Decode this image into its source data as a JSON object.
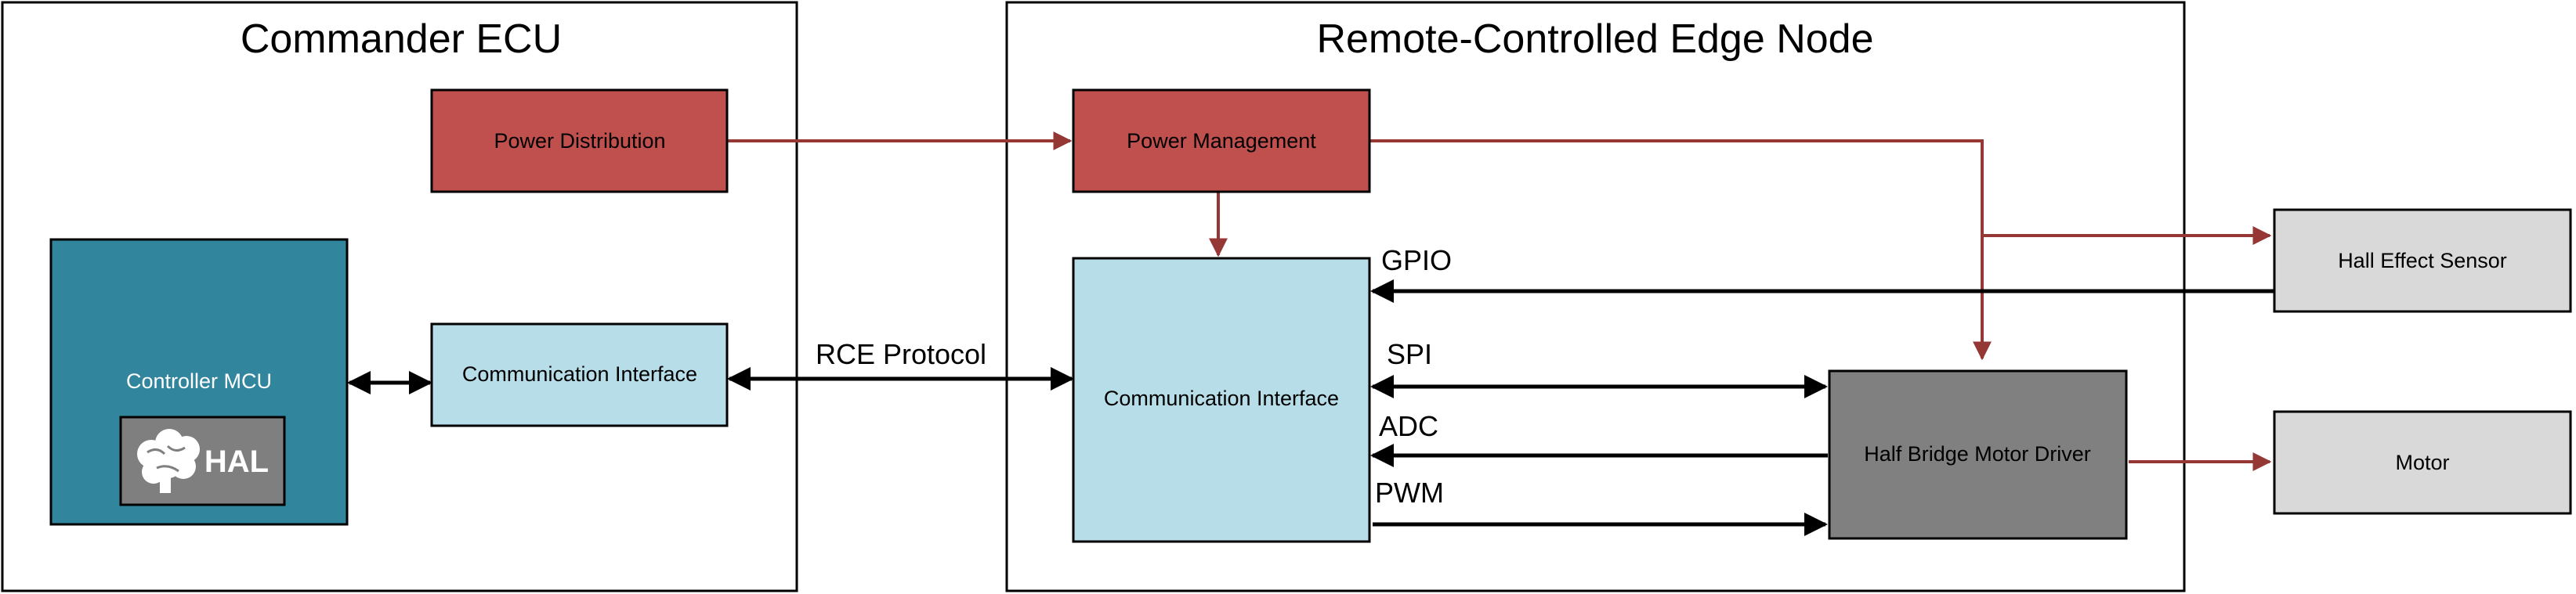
{
  "commander": {
    "title": "Commander ECU",
    "power_distribution": "Power Distribution",
    "controller_mcu": "Controller MCU",
    "hal_badge": "HAL",
    "comm_interface": "Communication Interface"
  },
  "edge_node": {
    "title": "Remote-Controlled Edge Node",
    "power_management": "Power Management",
    "comm_interface": "Communication Interface",
    "motor_driver": "Half Bridge  Motor Driver"
  },
  "external": {
    "hall_sensor": "Hall Effect Sensor",
    "motor": "Motor"
  },
  "signals": {
    "protocol": "RCE Protocol",
    "gpio": "GPIO",
    "spi": "SPI",
    "adc": "ADC",
    "pwm": "PWM"
  },
  "colors": {
    "power_block": "#c0504d",
    "power_line": "#953735",
    "mcu_block": "#31859c",
    "comm_block": "#b7dde8",
    "driver_block": "#808080",
    "external_block": "#d9d9d9",
    "hal_badge": "#7f7f7f",
    "signal_line": "#000000"
  },
  "icons": {
    "brain": "brain-icon"
  }
}
